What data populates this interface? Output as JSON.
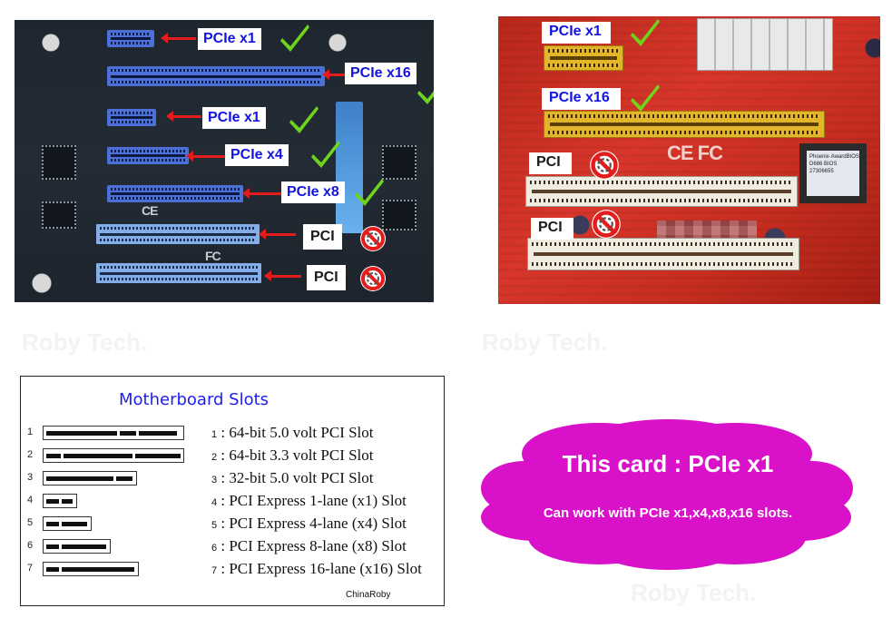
{
  "left_photo": {
    "board_color": "dark",
    "slot_color": "#4d6fd8",
    "slots": [
      {
        "type": "pcie",
        "label": "PCIe x1",
        "compatible": true
      },
      {
        "type": "pcie",
        "label": "PCIe x16",
        "compatible": true
      },
      {
        "type": "pcie",
        "label": "PCIe x1",
        "compatible": true
      },
      {
        "type": "pcie",
        "label": "PCIe x4",
        "compatible": true
      },
      {
        "type": "pcie",
        "label": "PCIe x8",
        "compatible": true
      },
      {
        "type": "pci",
        "label": "PCI",
        "compatible": false
      },
      {
        "type": "pci",
        "label": "PCI",
        "compatible": false
      }
    ],
    "board_marks": [
      "CE",
      "FC"
    ]
  },
  "right_photo": {
    "board_color": "red",
    "slots": [
      {
        "type": "pcie",
        "label": "PCIe x1",
        "compatible": true
      },
      {
        "type": "pcie",
        "label": "PCIe x16",
        "compatible": true
      },
      {
        "type": "pci",
        "label": "PCI",
        "compatible": false
      },
      {
        "type": "pci",
        "label": "PCI",
        "compatible": false
      }
    ],
    "board_marks": "CE FC",
    "bios_label": "Phoenix·AwardBIOS D686 BIOS 27306655"
  },
  "watermarks": {
    "left": "Roby Tech.",
    "right": "Roby Tech.",
    "bottom": "Roby Tech."
  },
  "diagram": {
    "title": "Motherboard Slots",
    "rows": [
      {
        "num": "1",
        "idx": "1",
        "desc": ": 64-bit 5.0 volt PCI Slot"
      },
      {
        "num": "2",
        "idx": "2",
        "desc": ": 64-bit 3.3 volt PCI Slot"
      },
      {
        "num": "3",
        "idx": "3",
        "desc": ": 32-bit 5.0 volt PCI Slot"
      },
      {
        "num": "4",
        "idx": "4",
        "desc": ": PCI Express 1-lane (x1) Slot"
      },
      {
        "num": "5",
        "idx": "5",
        "desc": ": PCI Express 4-lane (x4) Slot"
      },
      {
        "num": "6",
        "idx": "6",
        "desc": ": PCI Express 8-lane (x8) Slot"
      },
      {
        "num": "7",
        "idx": "7",
        "desc": ": PCI Express 16-lane (x16) Slot"
      }
    ],
    "credit": "ChinaRoby"
  },
  "callout": {
    "title": "This card : PCIe x1",
    "subtitle": "Can work with PCIe x1,x4,x8,x16 slots.",
    "color": "#d912c9"
  },
  "icons": {
    "compatible": "check-icon",
    "incompatible": "prohibited-icon",
    "pointer": "arrow-left-icon"
  }
}
